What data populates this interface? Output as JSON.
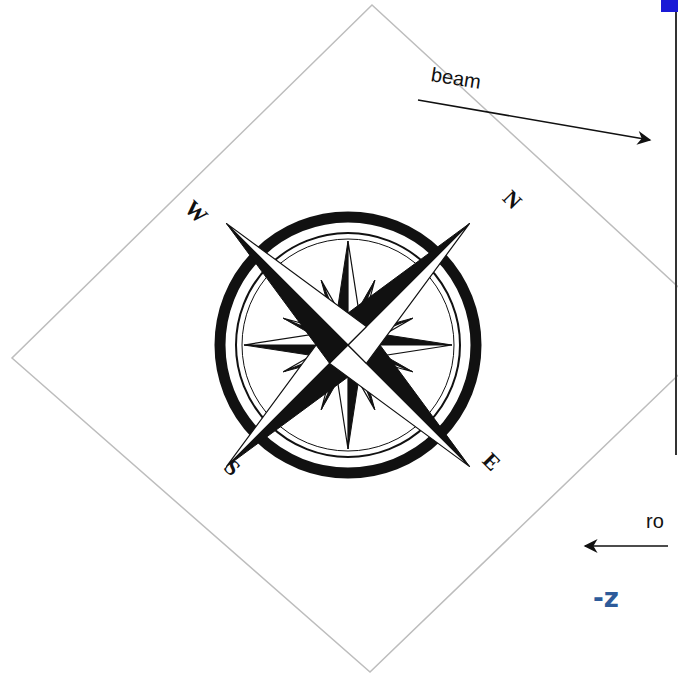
{
  "diagram": {
    "labels": [
      "beam",
      "W",
      "N",
      "S",
      "E",
      "ro",
      "-z"
    ]
  }
}
